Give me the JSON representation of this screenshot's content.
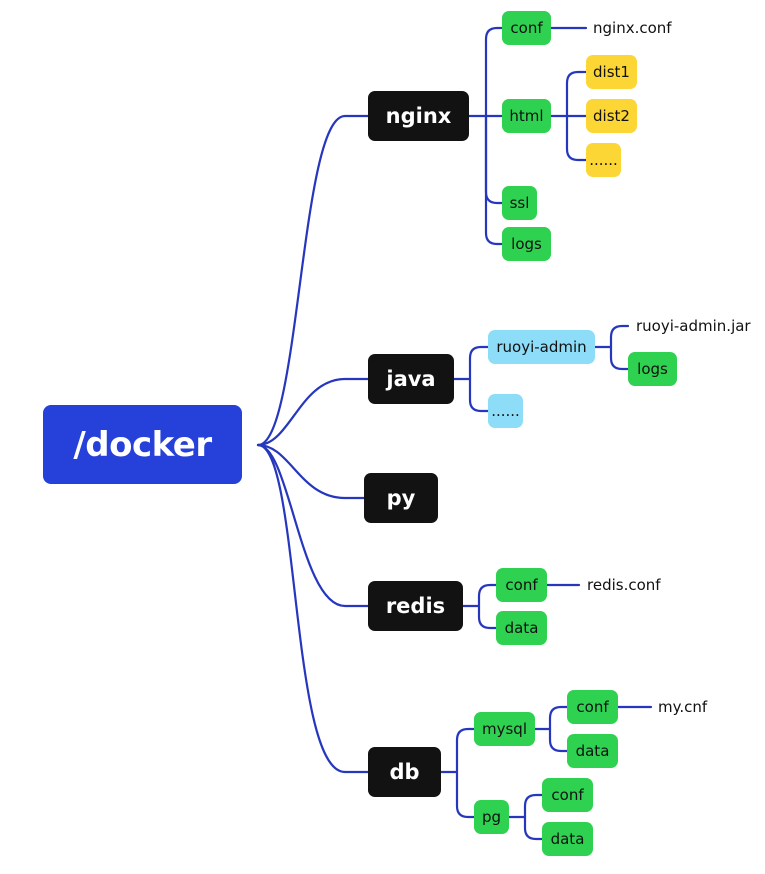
{
  "colors": {
    "connector": "#2637be",
    "root_bg": "#2541d9",
    "root_fg": "#ffffff",
    "dir_bg": "#121212",
    "dir_fg": "#ffffff",
    "green": "#2ed150",
    "yellow": "#fcd634",
    "blue": "#8ddcf8",
    "leaf_fg": "#111111",
    "file_fg": "#111111"
  },
  "root": {
    "label": "/docker"
  },
  "dirs": {
    "nginx": "nginx",
    "java": "java",
    "py": "py",
    "redis": "redis",
    "db": "db"
  },
  "nginx": {
    "conf": "conf",
    "conf_file": "nginx.conf",
    "html": "html",
    "dist1": "dist1",
    "dist2": "dist2",
    "html_more": "......",
    "ssl": "ssl",
    "logs": "logs"
  },
  "java": {
    "ruoyi_admin": "ruoyi-admin",
    "jar_file": "ruoyi-admin.jar",
    "logs": "logs",
    "more": "......"
  },
  "redis": {
    "conf": "conf",
    "conf_file": "redis.conf",
    "data": "data"
  },
  "db": {
    "mysql": "mysql",
    "mysql_conf": "conf",
    "mysql_conf_file": "my.cnf",
    "mysql_data": "data",
    "pg": "pg",
    "pg_conf": "conf",
    "pg_data": "data"
  }
}
